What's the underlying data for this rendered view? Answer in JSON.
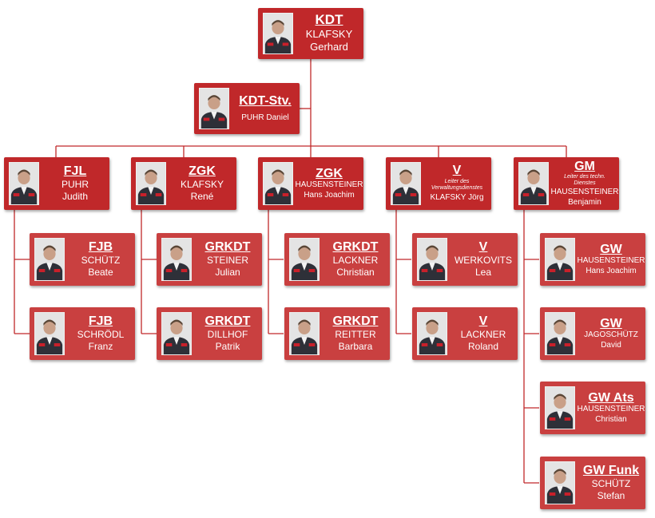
{
  "colors": {
    "card_primary": "#c0282a",
    "card_secondary": "#c94040",
    "connector": "#c0282a"
  },
  "chart": {
    "top": {
      "role": "KDT",
      "name": [
        "KLAFSKY",
        "Gerhard"
      ]
    },
    "deputy": {
      "role": "KDT-Stv.",
      "name": [
        "PUHR Daniel"
      ]
    },
    "branches": [
      {
        "head": {
          "role": "FJL",
          "name": [
            "PUHR",
            "Judith"
          ]
        },
        "members": [
          {
            "role": "FJB",
            "name": [
              "SCHÜTZ",
              "Beate"
            ]
          },
          {
            "role": "FJB",
            "name": [
              "SCHRÖDL",
              "Franz"
            ]
          }
        ]
      },
      {
        "head": {
          "role": "ZGK",
          "name": [
            "KLAFSKY",
            "René"
          ]
        },
        "members": [
          {
            "role": "GRKDT",
            "name": [
              "STEINER",
              "Julian"
            ]
          },
          {
            "role": "GRKDT",
            "name": [
              "DILLHOF",
              "Patrik"
            ]
          }
        ]
      },
      {
        "head": {
          "role": "ZGK",
          "name": [
            "HAUSENSTEINER",
            "Hans Joachim"
          ]
        },
        "members": [
          {
            "role": "GRKDT",
            "name": [
              "LACKNER",
              "Christian"
            ]
          },
          {
            "role": "GRKDT",
            "name": [
              "REITTER",
              "Barbara"
            ]
          }
        ]
      },
      {
        "head": {
          "role": "V",
          "subtitle": "Leiter des Verwaltungsdienstes",
          "name": [
            "KLAFSKY Jörg"
          ]
        },
        "members": [
          {
            "role": "V",
            "name": [
              "WERKOVITS",
              "Lea"
            ]
          },
          {
            "role": "V",
            "name": [
              "LACKNER",
              "Roland"
            ]
          }
        ]
      },
      {
        "head": {
          "role": "GM",
          "subtitle": "Leiter des techn. Dienstes",
          "name": [
            "HAUSENSTEINER",
            "Benjamin"
          ]
        },
        "members": [
          {
            "role": "GW",
            "name": [
              "HAUSENSTEINER",
              "Hans Joachim"
            ]
          },
          {
            "role": "GW",
            "name": [
              "JAGOSCHÜTZ",
              "David"
            ]
          },
          {
            "role": "GW Ats",
            "name": [
              "HAUSENSTEINER",
              "Christian"
            ]
          },
          {
            "role": "GW Funk",
            "name": [
              "SCHÜTZ",
              "Stefan"
            ]
          }
        ]
      }
    ]
  }
}
